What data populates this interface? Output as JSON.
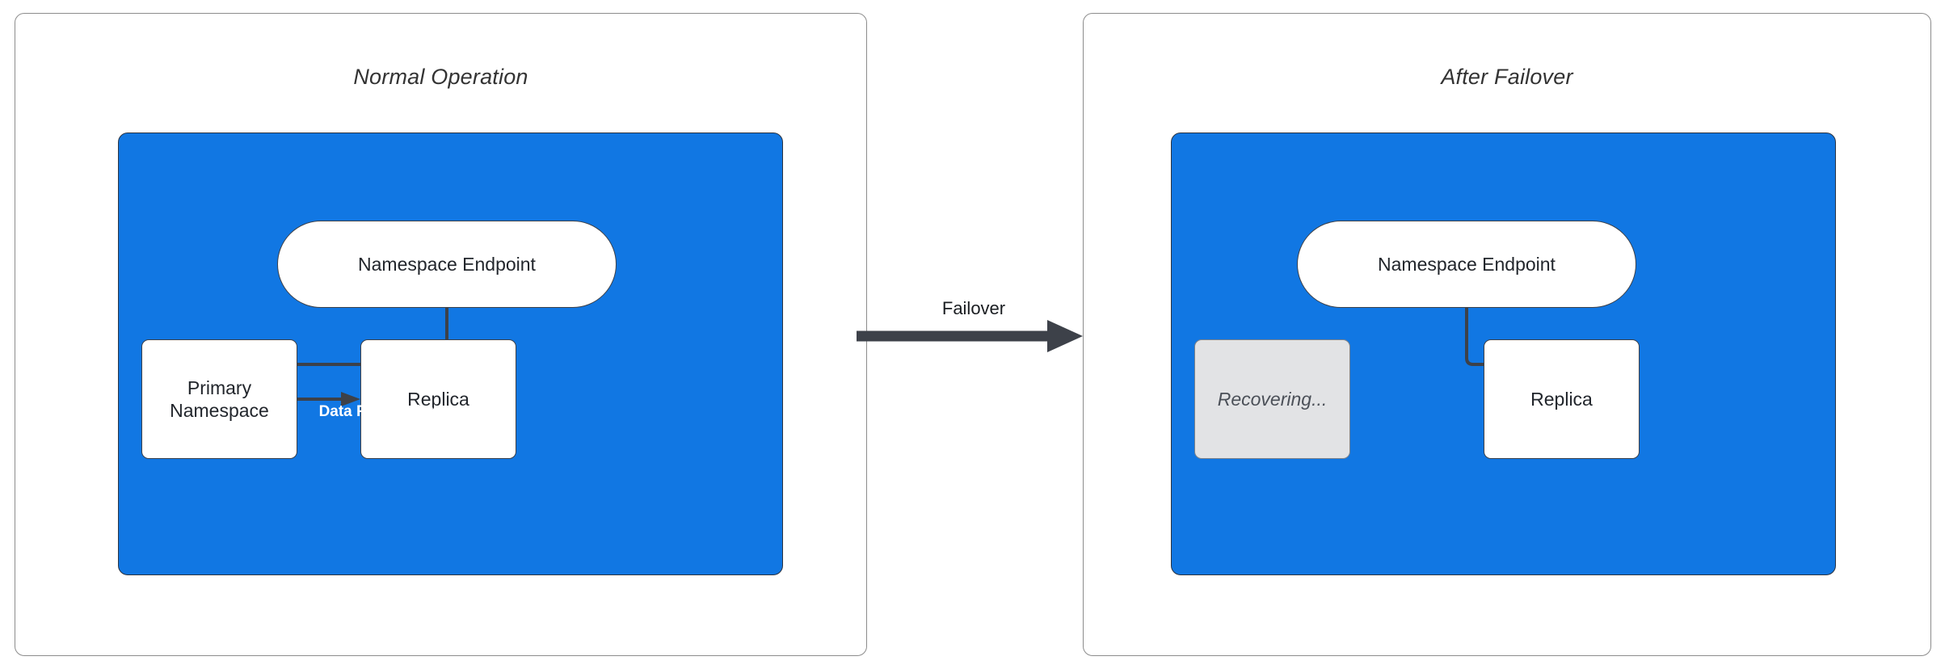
{
  "diagram": {
    "title_left": "Normal Operation",
    "title_right": "After Failover",
    "transition_label": "Failover",
    "colors": {
      "region_blue": "#1177e3",
      "node_white": "#ffffff",
      "node_disabled_gray": "#e2e3e5",
      "stroke_dark": "#3d4149",
      "panel_border": "#8c8c8c",
      "title_text": "#333333",
      "edge_label_text": "#ffffff"
    }
  },
  "left_panel": {
    "title": "Normal Operation",
    "nodes": {
      "endpoint": "Namespace Endpoint",
      "primary": "Primary\nNamespace",
      "primary_line1": "Primary",
      "primary_line2": "Namespace",
      "replica": "Replica"
    },
    "edges": {
      "endpoint_to_primary": "",
      "primary_to_replica": "Data Replication"
    }
  },
  "right_panel": {
    "title": "After Failover",
    "nodes": {
      "endpoint": "Namespace Endpoint",
      "recovering": "Recovering...",
      "replica": "Replica"
    },
    "edges": {
      "endpoint_to_replica": ""
    }
  }
}
